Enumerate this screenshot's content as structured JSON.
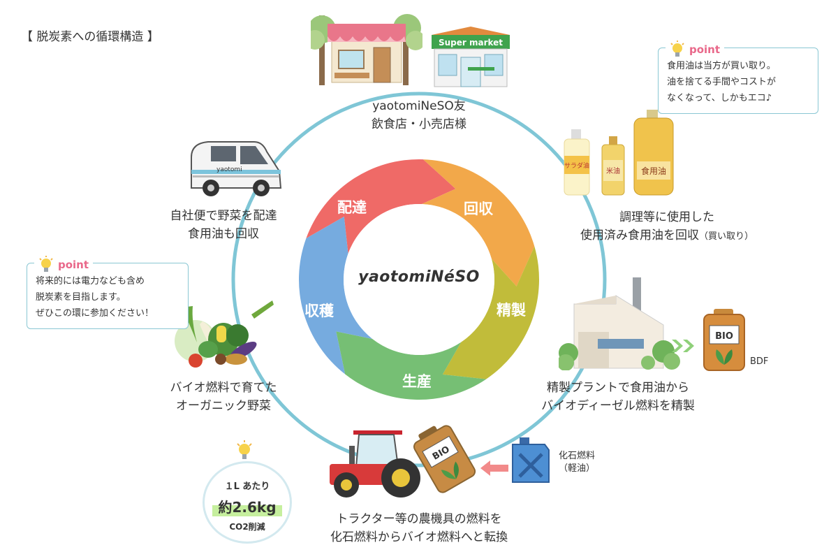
{
  "title": "【 脱炭素への循環構造 】",
  "center_logo": "yaotomiNéSO",
  "cycle": {
    "delivery": "配達",
    "collection": "回収",
    "refining": "精製",
    "production": "生産",
    "harvest": "収穫"
  },
  "nodes": {
    "shops": [
      "yaotomiNeSO友",
      "飲食店・小売店様"
    ],
    "oil": [
      "調理等に使用した",
      "使用済み食用油を回収"
    ],
    "oil_note": "（買い取り）",
    "plant": [
      "精製プラントで食用油から",
      "バイオディーゼル燃料を精製"
    ],
    "tractor": [
      "トラクター等の農機具の燃料を",
      "化石燃料からバイオ燃料へと転換"
    ],
    "veg": [
      "バイオ燃料で育てた",
      "オーガニック野菜"
    ],
    "truck": [
      "自社便で野菜を配達",
      "食用油も回収"
    ]
  },
  "point_right": {
    "title": "point",
    "lines": [
      "食用油は当方が買い取り。",
      "油を捨てる手間やコストが",
      "なくなって、しかもエコ♪"
    ]
  },
  "point_left": {
    "title": "point",
    "lines": [
      "将来的には電力なども含め",
      "脱炭素を目指します。",
      "ぜひこの環に参加ください！"
    ]
  },
  "co2": {
    "line1": "１L あたり",
    "value": "約2.6kg",
    "line3": "CO2削減"
  },
  "illus": {
    "supermarket_sign": "Super market",
    "bottle1": "サラダ油",
    "bottle2": "米油",
    "bottle3": "食用油",
    "truck_text": "yaotomi",
    "bio1": "BIO",
    "bio2": "BIO",
    "bdf": "BDF",
    "fossil": [
      "化石燃料",
      "（軽油）"
    ]
  },
  "colors": {
    "delivery": "#ef6a67",
    "collection": "#f2a84a",
    "refining": "#c1bc3a",
    "production": "#76bf74",
    "harvest": "#76abdf",
    "ring": "#7fc6d6"
  }
}
